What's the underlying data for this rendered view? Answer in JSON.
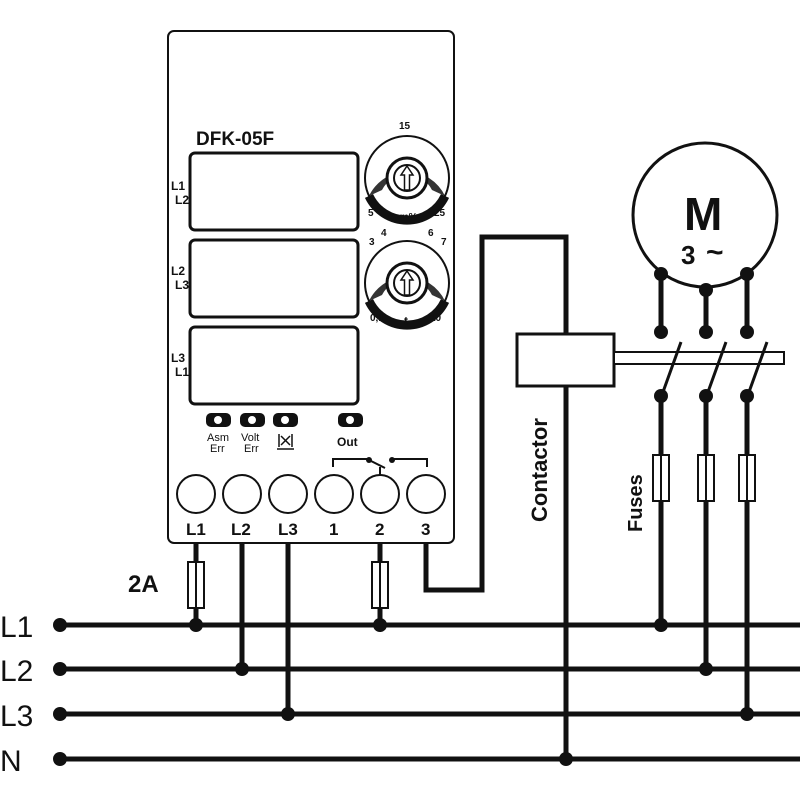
{
  "device": {
    "model": "DFK-05F",
    "displays": [
      {
        "line1": "L1",
        "line2": "L2"
      },
      {
        "line1": "L2",
        "line2": "L3"
      },
      {
        "line1": "L3",
        "line2": "L1"
      }
    ],
    "knob_asym": {
      "label": "Asm%",
      "scale": [
        "5",
        "15",
        "25"
      ]
    },
    "knob_time": {
      "label": "t",
      "scale": [
        "0,1",
        "3",
        "4",
        "6",
        "7",
        "10"
      ]
    },
    "leds": [
      {
        "line1": "Asm",
        "line2": "Err"
      },
      {
        "line1": "Volt",
        "line2": "Err"
      },
      {
        "line1": "",
        "line2": ""
      },
      {
        "line1": "Out",
        "line2": ""
      }
    ],
    "terminals": [
      "L1",
      "L2",
      "L3",
      "1",
      "2",
      "3"
    ]
  },
  "fuse_label": "2A",
  "contactor_label": "Contactor",
  "fuses_label": "Fuses",
  "motor": {
    "letter": "M",
    "phase": "3",
    "ac_symbol": "~"
  },
  "lines": [
    "L1",
    "L2",
    "L3",
    "N"
  ]
}
